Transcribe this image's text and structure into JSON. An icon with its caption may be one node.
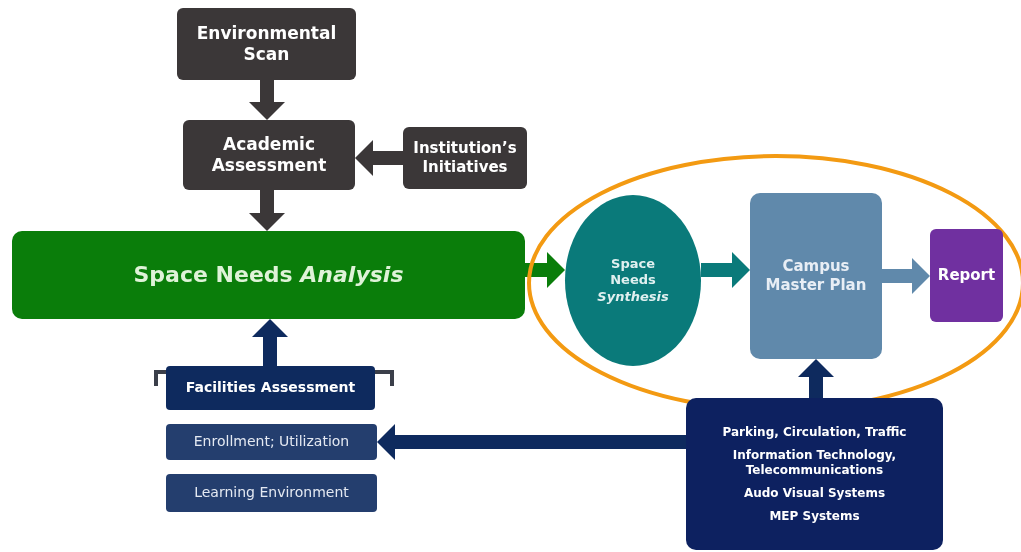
{
  "diagram": {
    "nodes": [
      {
        "text": [
          "Environmental Scan"
        ]
      },
      {
        "text": [
          "Academic Assessment"
        ]
      },
      {
        "text": [
          "Institution’s Initiatives"
        ]
      },
      {
        "text": [
          "Space Needs *Analysis*"
        ]
      },
      {
        "text": [
          "Space Needs *Synthesis*"
        ]
      },
      {
        "text": [
          "Campus Master Plan"
        ]
      },
      {
        "text": [
          "Report"
        ]
      },
      {
        "text": [
          "Facilities Assessment"
        ]
      },
      {
        "text": [
          "Enrollment; Utilization"
        ]
      },
      {
        "text": [
          "Learning Environment"
        ]
      },
      {
        "text": [
          "Parking, Circulation, Traffic",
          "Information Technology, Telecommunications",
          "Audo Visual Systems",
          "MEP Systems"
        ]
      }
    ],
    "edges": [
      {
        "from": 0,
        "to": 1,
        "arrow": "to",
        "color": "#3b3738"
      },
      {
        "from": 2,
        "to": 1,
        "arrow": "to",
        "color": "#3b3738"
      },
      {
        "from": 1,
        "to": 3,
        "arrow": "to",
        "color": "#3b3738"
      },
      {
        "from": 3,
        "to": 4,
        "arrow": "to",
        "color": "#0a7d0a"
      },
      {
        "from": 4,
        "to": 5,
        "arrow": "to",
        "color": "#0a7a7a"
      },
      {
        "from": 5,
        "to": 6,
        "arrow": "to",
        "color": "#6089ab"
      },
      {
        "from": 7,
        "to": 3,
        "arrow": "to",
        "color": "#0e2a5e"
      },
      {
        "from": 10,
        "to": 5,
        "arrow": "to",
        "color": "#0e2a5e"
      },
      {
        "from": 10,
        "to": 8,
        "arrow": "to",
        "color": "#0e2a5e"
      }
    ]
  }
}
